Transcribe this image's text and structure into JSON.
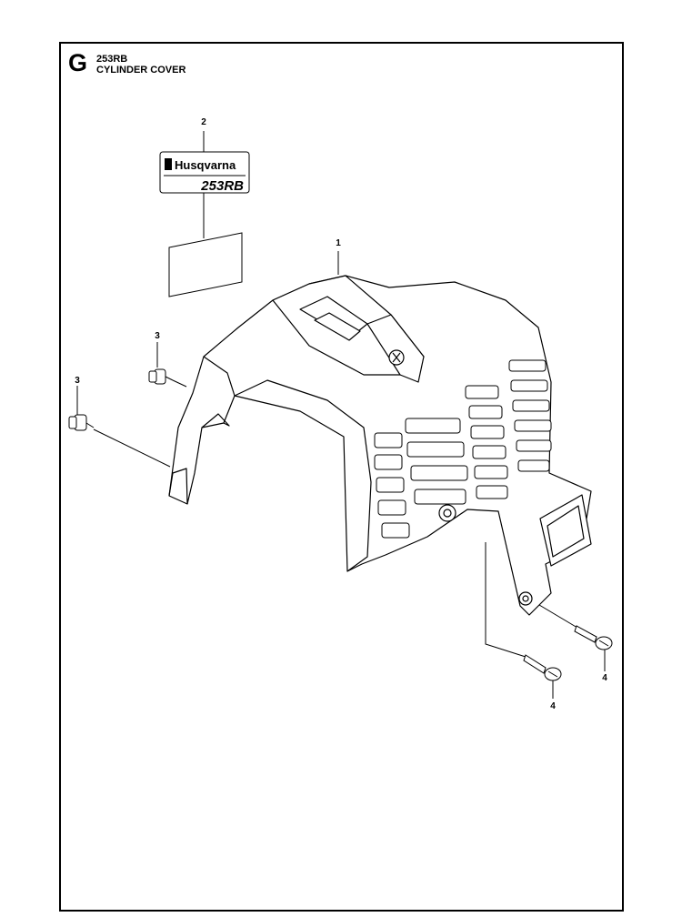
{
  "header": {
    "section_letter": "G",
    "model": "253RB",
    "title": "CYLINDER COVER"
  },
  "decal": {
    "brand": "Husqvarna",
    "model_text": "253RB"
  },
  "callouts": [
    "1",
    "2",
    "3",
    "3",
    "4",
    "4"
  ]
}
